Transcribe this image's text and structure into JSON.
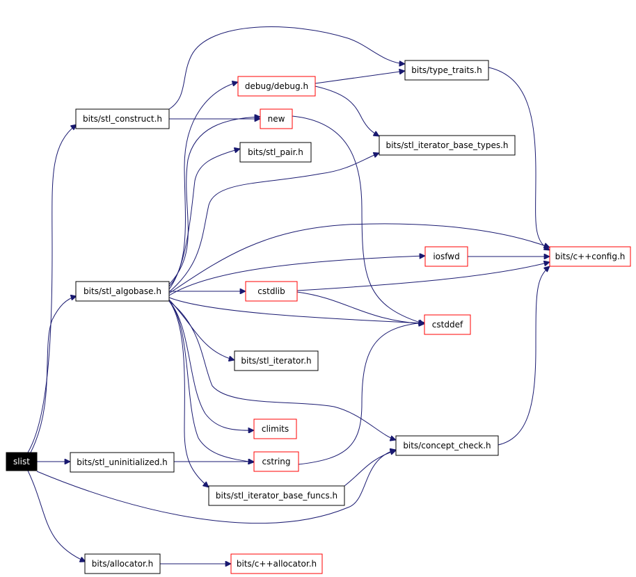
{
  "colors": {
    "edge": "#191970",
    "node_border": "#000000",
    "missing_border": "#ff0000",
    "root_fill": "#000000",
    "root_text": "#ffffff"
  },
  "nodes": [
    {
      "id": "slist",
      "label": "slist",
      "kind": "root"
    },
    {
      "id": "stl_construct",
      "label": "bits/stl_construct.h",
      "kind": "normal"
    },
    {
      "id": "stl_algobase",
      "label": "bits/stl_algobase.h",
      "kind": "normal"
    },
    {
      "id": "stl_uninitialized",
      "label": "bits/stl_uninitialized.h",
      "kind": "normal"
    },
    {
      "id": "allocator",
      "label": "bits/allocator.h",
      "kind": "normal"
    },
    {
      "id": "debug",
      "label": "debug/debug.h",
      "kind": "missing"
    },
    {
      "id": "new",
      "label": "new",
      "kind": "missing"
    },
    {
      "id": "stl_pair",
      "label": "bits/stl_pair.h",
      "kind": "normal"
    },
    {
      "id": "type_traits",
      "label": "bits/type_traits.h",
      "kind": "normal"
    },
    {
      "id": "iter_base_types",
      "label": "bits/stl_iterator_base_types.h",
      "kind": "normal"
    },
    {
      "id": "cxxconfig",
      "label": "bits/c++config.h",
      "kind": "missing"
    },
    {
      "id": "iosfwd",
      "label": "iosfwd",
      "kind": "missing"
    },
    {
      "id": "cstdlib",
      "label": "cstdlib",
      "kind": "missing"
    },
    {
      "id": "cstddef",
      "label": "cstddef",
      "kind": "missing"
    },
    {
      "id": "stl_iterator",
      "label": "bits/stl_iterator.h",
      "kind": "normal"
    },
    {
      "id": "climits",
      "label": "climits",
      "kind": "missing"
    },
    {
      "id": "concept_check",
      "label": "bits/concept_check.h",
      "kind": "normal"
    },
    {
      "id": "cstring",
      "label": "cstring",
      "kind": "missing"
    },
    {
      "id": "iter_base_funcs",
      "label": "bits/stl_iterator_base_funcs.h",
      "kind": "normal"
    },
    {
      "id": "cxxallocator",
      "label": "bits/c++allocator.h",
      "kind": "missing"
    }
  ],
  "edges": [
    {
      "from": "slist",
      "to": "stl_construct"
    },
    {
      "from": "slist",
      "to": "stl_algobase"
    },
    {
      "from": "slist",
      "to": "stl_uninitialized"
    },
    {
      "from": "slist",
      "to": "concept_check"
    },
    {
      "from": "slist",
      "to": "allocator"
    },
    {
      "from": "stl_construct",
      "to": "new"
    },
    {
      "from": "stl_construct",
      "to": "type_traits"
    },
    {
      "from": "stl_algobase",
      "to": "debug"
    },
    {
      "from": "stl_algobase",
      "to": "new"
    },
    {
      "from": "stl_algobase",
      "to": "stl_pair"
    },
    {
      "from": "stl_algobase",
      "to": "iter_base_types"
    },
    {
      "from": "stl_algobase",
      "to": "cxxconfig"
    },
    {
      "from": "stl_algobase",
      "to": "iosfwd"
    },
    {
      "from": "stl_algobase",
      "to": "cstdlib"
    },
    {
      "from": "stl_algobase",
      "to": "cstddef"
    },
    {
      "from": "stl_algobase",
      "to": "stl_iterator"
    },
    {
      "from": "stl_algobase",
      "to": "climits"
    },
    {
      "from": "stl_algobase",
      "to": "cstring"
    },
    {
      "from": "stl_algobase",
      "to": "concept_check"
    },
    {
      "from": "stl_algobase",
      "to": "iter_base_funcs"
    },
    {
      "from": "stl_uninitialized",
      "to": "cstring"
    },
    {
      "from": "allocator",
      "to": "cxxallocator"
    },
    {
      "from": "debug",
      "to": "type_traits"
    },
    {
      "from": "debug",
      "to": "iter_base_types"
    },
    {
      "from": "new",
      "to": "cstddef"
    },
    {
      "from": "type_traits",
      "to": "cxxconfig"
    },
    {
      "from": "iosfwd",
      "to": "cxxconfig"
    },
    {
      "from": "cstdlib",
      "to": "cxxconfig"
    },
    {
      "from": "cstdlib",
      "to": "cstddef"
    },
    {
      "from": "cstring",
      "to": "cstddef"
    },
    {
      "from": "concept_check",
      "to": "cxxconfig"
    },
    {
      "from": "iter_base_funcs",
      "to": "concept_check"
    }
  ]
}
